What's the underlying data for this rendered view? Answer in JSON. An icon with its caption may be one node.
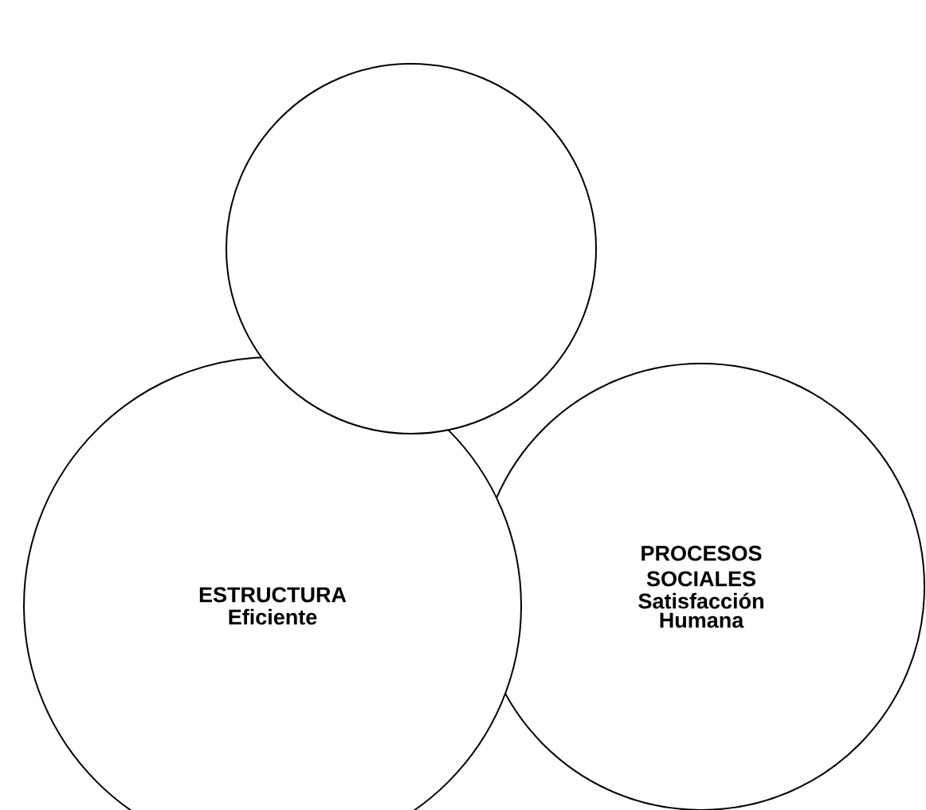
{
  "diagram": {
    "nodes": [
      {
        "text": [],
        "shape": "circle"
      },
      {
        "text": [
          "ESTRUCTURA",
          "Eficiente"
        ]
      },
      {
        "text": [
          "PROCESOS SOCIALES",
          "Satisfacción Humana"
        ]
      }
    ]
  }
}
